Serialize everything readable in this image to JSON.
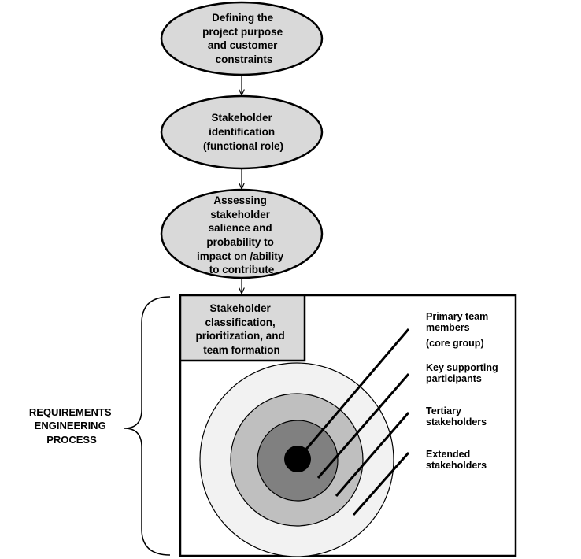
{
  "flow": {
    "step1": [
      "Defining the",
      "project purpose",
      "and customer",
      "constraints"
    ],
    "step2": [
      "Stakeholder",
      "identification",
      "(functional role)"
    ],
    "step3": [
      "Assessing",
      "stakeholder",
      "salience and",
      "probability to",
      "impact on /ability",
      "to contribute"
    ],
    "step4": [
      "Stakeholder",
      "classification,",
      "prioritization, and",
      "team formation"
    ]
  },
  "rings": {
    "primary": [
      "Primary team",
      "members",
      "(core group)"
    ],
    "key": [
      "Key supporting",
      "participants"
    ],
    "tertiary": [
      "Tertiary",
      "stakeholders"
    ],
    "extended": [
      "Extended",
      "stakeholders"
    ]
  },
  "side_label": [
    "REQUIREMENTS",
    "ENGINEERING",
    "PROCESS"
  ],
  "colors": {
    "ellipse_fill": "#d9d9d9",
    "box_fill": "#d9d9d9",
    "ring_outer": "#f2f2f2",
    "ring_2": "#bfbfbf",
    "ring_3": "#808080",
    "core": "#000000"
  }
}
